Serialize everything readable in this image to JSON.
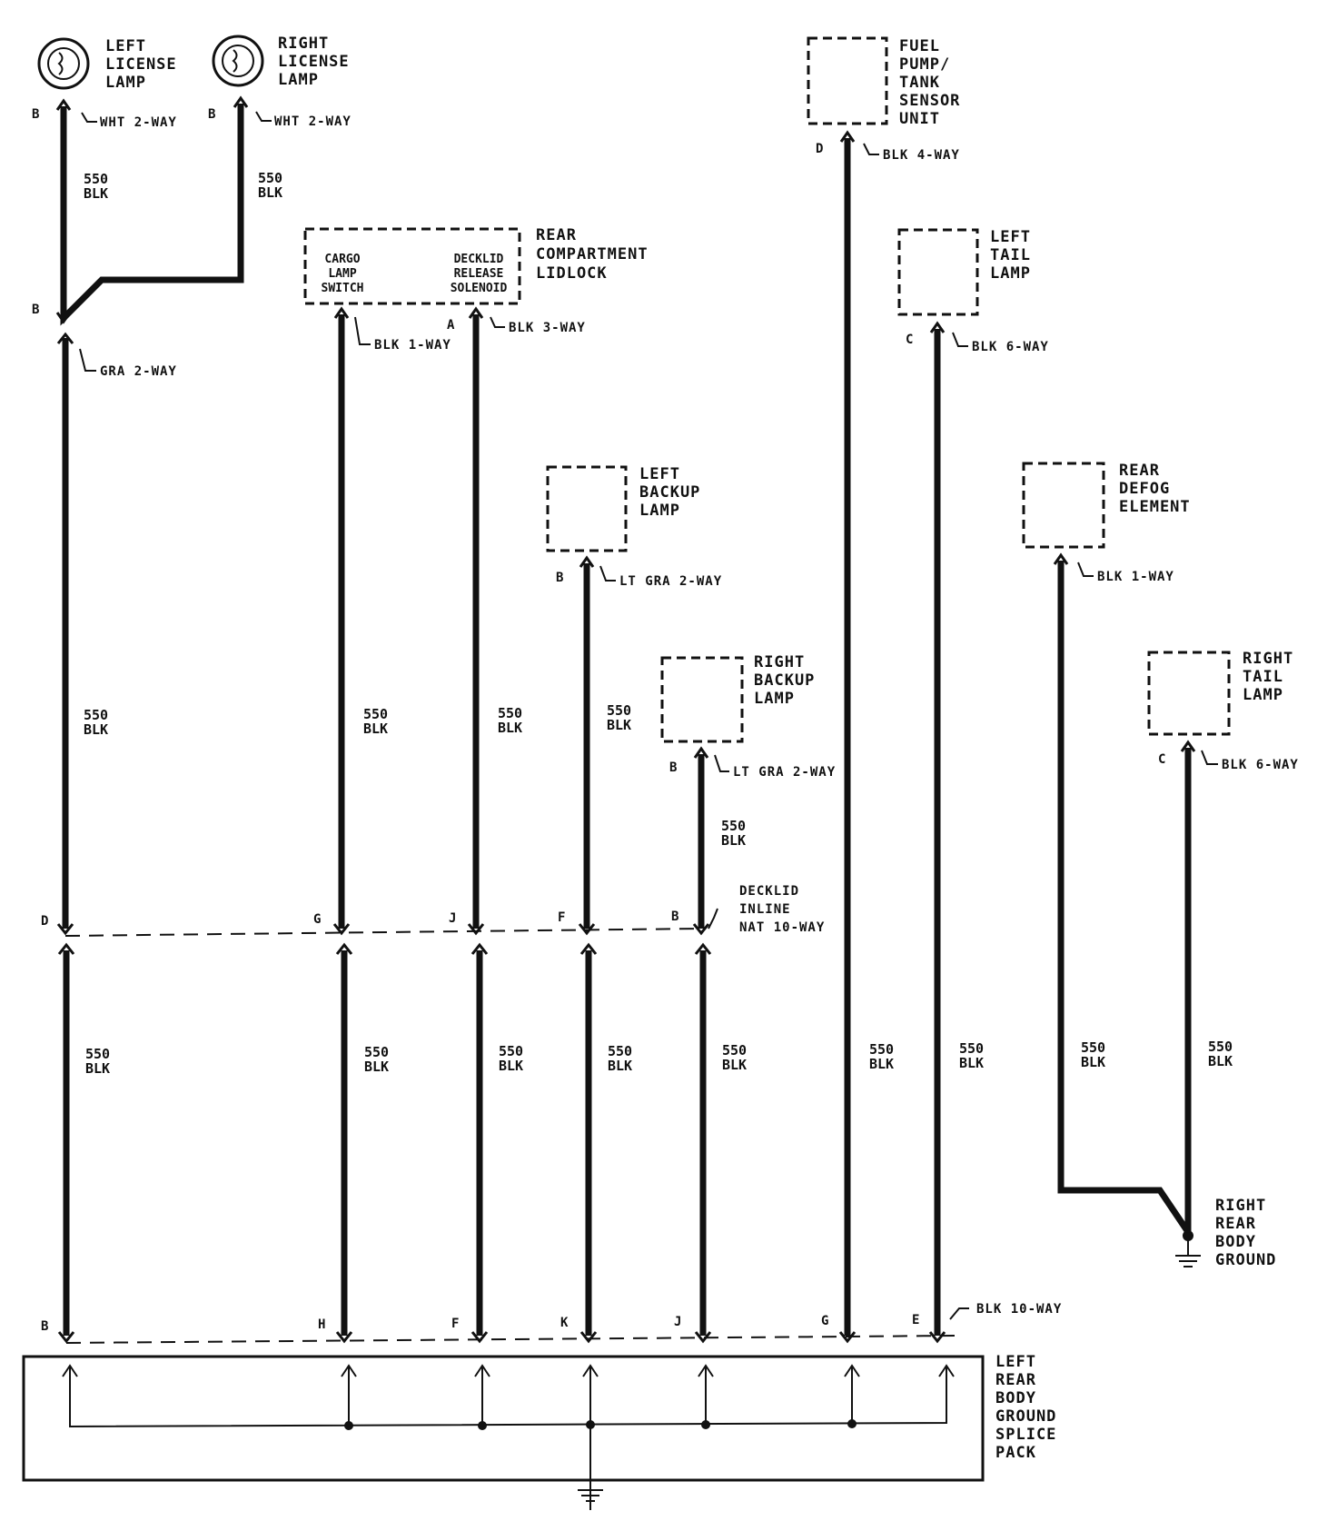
{
  "colors": {
    "ink": "#111111",
    "background": "#ffffff"
  },
  "components": {
    "left_license_lamp": [
      "LEFT",
      "LICENSE",
      "LAMP"
    ],
    "right_license_lamp": [
      "RIGHT",
      "LICENSE",
      "LAMP"
    ],
    "rear_compartment_lidlock": [
      "REAR",
      "COMPARTMENT",
      "LIDLOCK"
    ],
    "cargo_lamp_switch": [
      "CARGO",
      "LAMP",
      "SWITCH"
    ],
    "decklid_release_solenoid": [
      "DECKLID",
      "RELEASE",
      "SOLENOID"
    ],
    "fuel_pump_tank_sensor_unit": [
      "FUEL",
      "PUMP/",
      "TANK",
      "SENSOR",
      "UNIT"
    ],
    "left_tail_lamp": [
      "LEFT",
      "TAIL",
      "LAMP"
    ],
    "left_backup_lamp": [
      "LEFT",
      "BACKUP",
      "LAMP"
    ],
    "rear_defog_element": [
      "REAR",
      "DEFOG",
      "ELEMENT"
    ],
    "right_backup_lamp": [
      "RIGHT",
      "BACKUP",
      "LAMP"
    ],
    "right_tail_lamp": [
      "RIGHT",
      "TAIL",
      "LAMP"
    ],
    "right_rear_body_ground": [
      "RIGHT",
      "REAR",
      "BODY",
      "GROUND"
    ],
    "left_rear_body_ground_splice_pack": [
      "LEFT",
      "REAR",
      "BODY",
      "GROUND",
      "SPLICE",
      "PACK"
    ]
  },
  "connectors": {
    "left_license": "WHT 2-WAY",
    "right_license": "WHT 2-WAY",
    "license_junction": "GRA 2-WAY",
    "cargo_switch": "BLK 1-WAY",
    "decklid_solenoid": "BLK 3-WAY",
    "fuel_pump": "BLK 4-WAY",
    "left_tail": "BLK 6-WAY",
    "left_backup": "LT GRA 2-WAY",
    "rear_defog": "BLK 1-WAY",
    "right_backup": "LT GRA 2-WAY",
    "right_tail": "BLK 6-WAY",
    "decklid_inline": [
      "DECKLID",
      "INLINE",
      "NAT 10-WAY"
    ],
    "splice_pack": "BLK 10-WAY"
  },
  "pins": {
    "left_license": "B",
    "right_license": "B",
    "license_junction": "B",
    "decklid_solenoid": "A",
    "fuel_pump": "D",
    "left_tail": "C",
    "left_backup": "B",
    "right_backup": "B",
    "right_tail": "C",
    "inline": [
      "D",
      "G",
      "J",
      "F",
      "B"
    ],
    "splice": [
      "B",
      "H",
      "F",
      "K",
      "J",
      "G",
      "E"
    ]
  },
  "wire": {
    "circuit": "550",
    "color": "BLK"
  }
}
